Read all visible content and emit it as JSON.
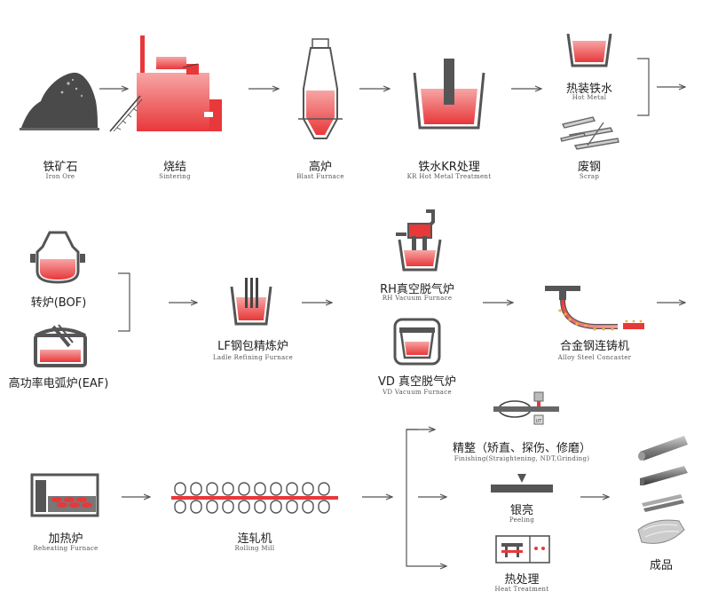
{
  "colors": {
    "accent_red": "#e8383a",
    "light_red": "#f6a2a2",
    "dark_gray": "#4a4a4a",
    "mid_gray": "#777777",
    "line_gray": "#555555"
  },
  "row1": {
    "iron_ore": {
      "cn": "铁矿石",
      "en": "Iron Ore"
    },
    "sintering": {
      "cn": "烧结",
      "en": "Sintering"
    },
    "blast_furnace": {
      "cn": "高炉",
      "en": "Blast Furnace"
    },
    "kr": {
      "cn": "铁水KR处理",
      "en": "KR Hot Metal Treatment"
    },
    "hot_metal": {
      "cn": "热装铁水",
      "en": "Hot Metal"
    },
    "scrap": {
      "cn": "废钢",
      "en": "Scrap"
    }
  },
  "row2": {
    "bof": {
      "cn": "转炉(BOF)"
    },
    "eaf": {
      "cn": "高功率电弧炉(EAF)"
    },
    "lf": {
      "cn": "LF钢包精炼炉",
      "en": "Ladle Refining Furnace"
    },
    "rh": {
      "cn": "RH真空脱气炉",
      "en": "RH Vacuum Furnace"
    },
    "vd": {
      "cn": "VD 真空脱气炉",
      "en": "VD Vacuum Furnace"
    },
    "caster": {
      "cn": "合金钢连铸机",
      "en": "Alloy Steel Concaster"
    }
  },
  "row3": {
    "reheating": {
      "cn": "加热炉",
      "en": "Reheating Furnace"
    },
    "rolling": {
      "cn": "连轧机",
      "en": "Rolling Mill"
    },
    "finishing": {
      "cn": "精整（矫直、探伤、修磨）",
      "en": "Finishing(Straightening, NDT,Grinding)"
    },
    "peeling": {
      "cn": "银亮",
      "en": "Peeling"
    },
    "heat_treatment": {
      "cn": "热处理",
      "en": "Heat Treatment"
    },
    "finished": {
      "cn": "成品"
    }
  },
  "icons": {
    "ndt_label": "UT"
  }
}
